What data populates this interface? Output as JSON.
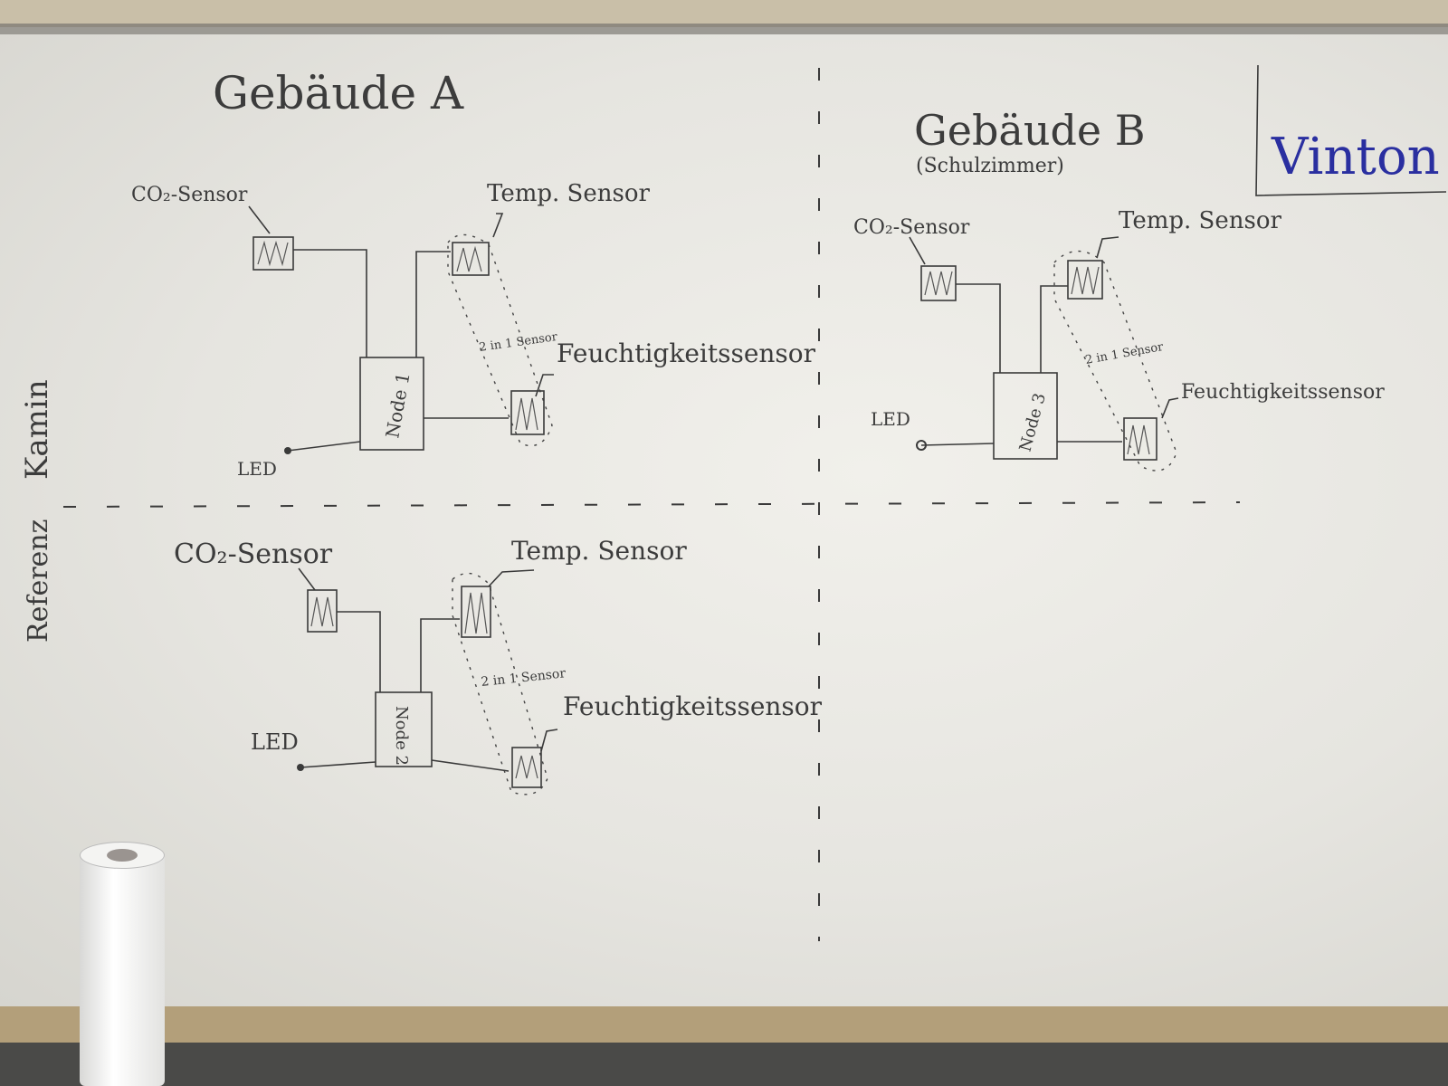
{
  "buildings": {
    "a": {
      "title": "Gebäude A",
      "nodes": [
        {
          "node": "Node 1",
          "co2": "CO₂-Sensor",
          "temp": "Temp. Sensor",
          "combo": "2 in 1 Sensor",
          "humidity": "Feuchtigkeitssensor",
          "led": "LED"
        },
        {
          "node": "Node 2",
          "co2": "CO₂-Sensor",
          "temp": "Temp. Sensor",
          "combo": "2 in 1 Sensor",
          "humidity": "Feuchtigkeitssensor",
          "led": "LED"
        }
      ]
    },
    "b": {
      "title": "Gebäude B",
      "subtitle": "(Schulzimmer)",
      "nodes": [
        {
          "node": "Node 3",
          "co2": "CO₂-Sensor",
          "temp": "Temp. Sensor",
          "combo": "2 in 1 Sensor",
          "humidity": "Feuchtigkeitssensor",
          "led": "LED"
        }
      ]
    }
  },
  "side_labels": {
    "upper": "Kamin",
    "lower": "Referenz"
  },
  "signature": "Vinton"
}
